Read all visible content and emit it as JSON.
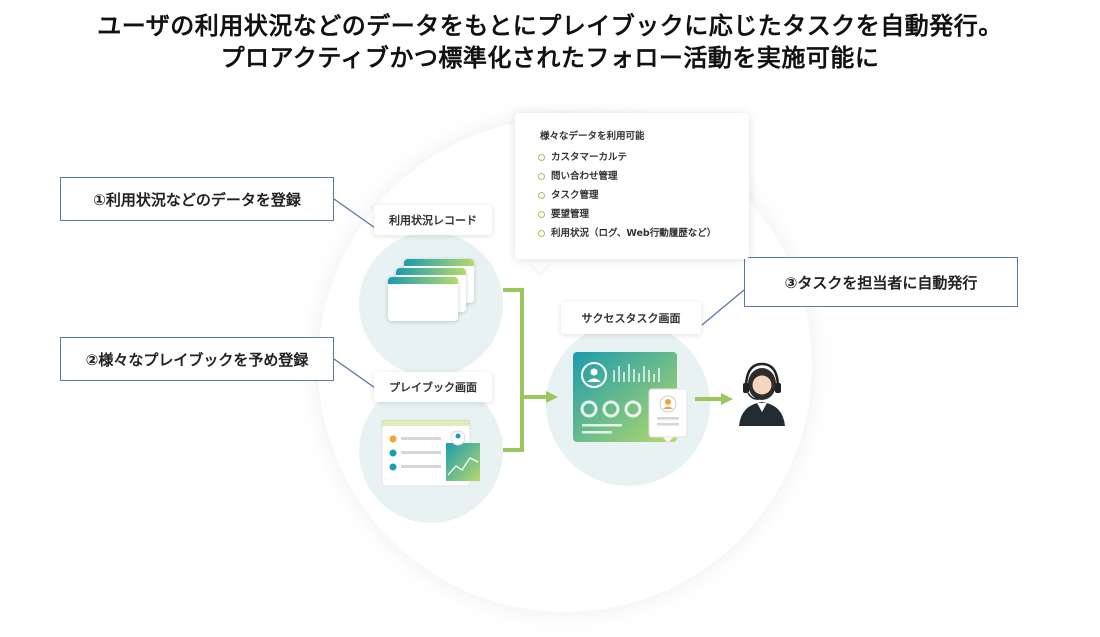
{
  "headline": {
    "line1": "ユーザの利用状況などのデータをもとにプレイブックに応じたタスクを自動発行。",
    "line2": "プロアクティブかつ標準化されたフォロー活動を実施可能に"
  },
  "callouts": {
    "step1": "①利用状況などのデータを登録",
    "step2": "②様々なプレイブックを予め登録",
    "step3": "③タスクを担当者に自動発行"
  },
  "nodes": {
    "usage_record": "利用状況レコード",
    "playbook_screen": "プレイブック画面",
    "success_task_screen": "サクセスタスク画面"
  },
  "data_bubble": {
    "title": "様々なデータを利用可能",
    "items": [
      "カスタマーカルテ",
      "問い合わせ管理",
      "タスク管理",
      "要望管理",
      "利用状況（ログ、Web行動履歴など）"
    ]
  },
  "colors": {
    "arrow": "#9cc55e",
    "callout_border": "#5b77a8",
    "gradient_start": "#1b9cae",
    "gradient_end": "#b7d96a",
    "node_fill": "#e8f2f3"
  },
  "icons": [
    "stacked-records-icon",
    "playbook-screen-icon",
    "dashboard-icon",
    "user-profile-icon",
    "operator-headset-icon"
  ]
}
